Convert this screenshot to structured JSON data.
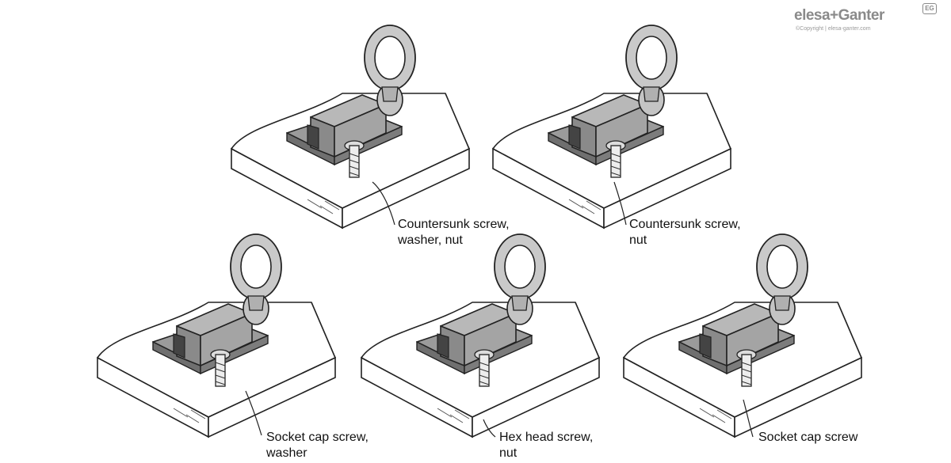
{
  "brand": {
    "name": "elesa+Ganter",
    "copyright": "©Copyright | elesa-ganter.com",
    "badge": "EG"
  },
  "figures": [
    {
      "line1": "Countersunk screw,",
      "line2": "washer, nut"
    },
    {
      "line1": "Countersunk screw,",
      "line2": "nut"
    },
    {
      "line1": "Socket cap screw,",
      "line2": "washer"
    },
    {
      "line1": "Hex head screw,",
      "line2": "nut"
    },
    {
      "line1": "Socket cap screw",
      "line2": ""
    }
  ]
}
